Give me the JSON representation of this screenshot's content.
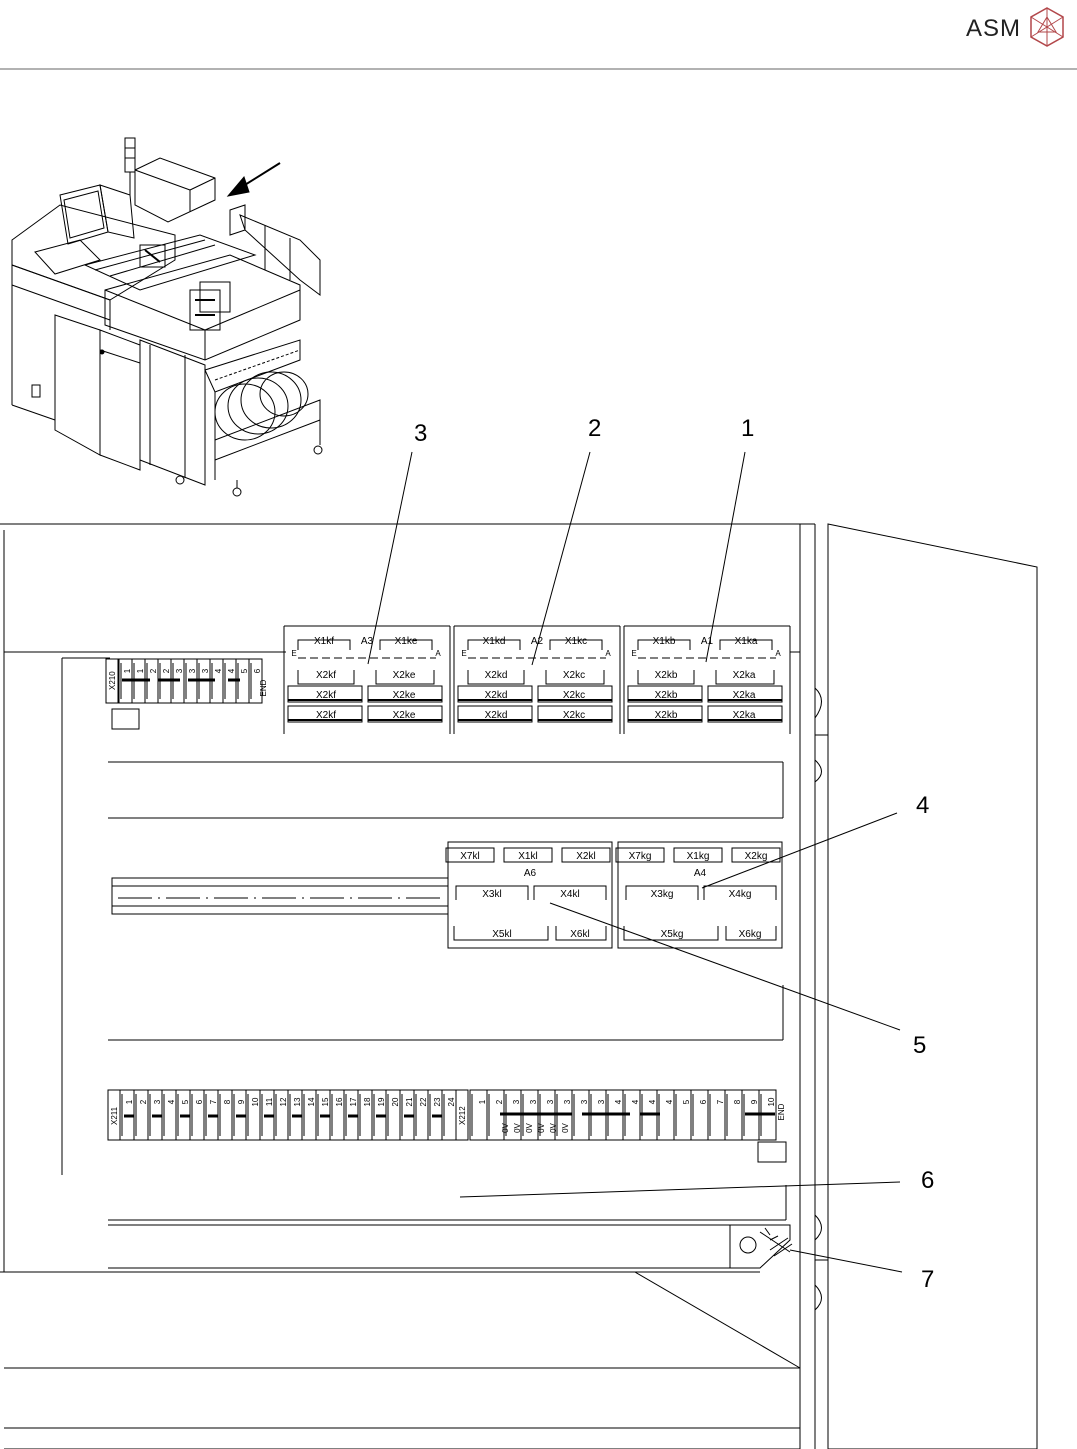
{
  "header": {
    "brand": "ASM",
    "logo_icon": "asm-cube-logo-icon"
  },
  "callouts": [
    "1",
    "2",
    "3",
    "4",
    "5",
    "6",
    "7"
  ],
  "modules": {
    "a1": {
      "name": "A1",
      "top_left": "X1kb",
      "top_right": "X1ka",
      "left_mark": "E",
      "right_mark": "A",
      "rows": [
        [
          "X2kb",
          "X2ka"
        ],
        [
          "X2kb",
          "X2ka"
        ],
        [
          "X2kb",
          "X2ka"
        ]
      ]
    },
    "a2": {
      "name": "A2",
      "top_left": "X1kd",
      "top_right": "X1kc",
      "left_mark": "E",
      "right_mark": "A",
      "rows": [
        [
          "X2kd",
          "X2kc"
        ],
        [
          "X2kd",
          "X2kc"
        ],
        [
          "X2kd",
          "X2kc"
        ]
      ]
    },
    "a3": {
      "name": "A3",
      "top_left": "X1kf",
      "top_right": "X1ke",
      "left_mark": "E",
      "right_mark": "A",
      "rows": [
        [
          "X2kf",
          "X2ke"
        ],
        [
          "X2kf",
          "X2ke"
        ],
        [
          "X2kf",
          "X2ke"
        ]
      ]
    },
    "a4": {
      "name": "A4",
      "top": [
        "X7kg",
        "X1kg",
        "X2kg"
      ],
      "mid": [
        "X3kg",
        "X4kg"
      ],
      "bottom": [
        "X5kg",
        "X6kg"
      ]
    },
    "a6": {
      "name": "A6",
      "top": [
        "X7kl",
        "X1kl",
        "X2kl"
      ],
      "mid": [
        "X3kl",
        "X4kl"
      ],
      "bottom": [
        "X5kl",
        "X6kl"
      ]
    }
  },
  "terminals": {
    "x210": {
      "label": "X210",
      "numbers": [
        "1",
        "1",
        "2",
        "2",
        "3",
        "3",
        "3",
        "4",
        "4",
        "5",
        "6"
      ],
      "end_label": "END"
    },
    "x211": {
      "label": "X211",
      "numbers": [
        "1",
        "2",
        "3",
        "4",
        "5",
        "6",
        "7",
        "8",
        "9",
        "10",
        "11",
        "12",
        "13",
        "14",
        "15",
        "16",
        "17",
        "18",
        "19",
        "20",
        "21",
        "22",
        "23",
        "24"
      ]
    },
    "x212": {
      "label": "X212",
      "numbers": [
        "1",
        "2",
        "3",
        "3",
        "3",
        "3",
        "3",
        "3",
        "4",
        "4",
        "4",
        "4",
        "5",
        "6",
        "7",
        "8",
        "9",
        "10"
      ],
      "zero_v": [
        "0V",
        "0V",
        "0V",
        "0V",
        "0V",
        "0V"
      ],
      "end_label": "END"
    }
  }
}
